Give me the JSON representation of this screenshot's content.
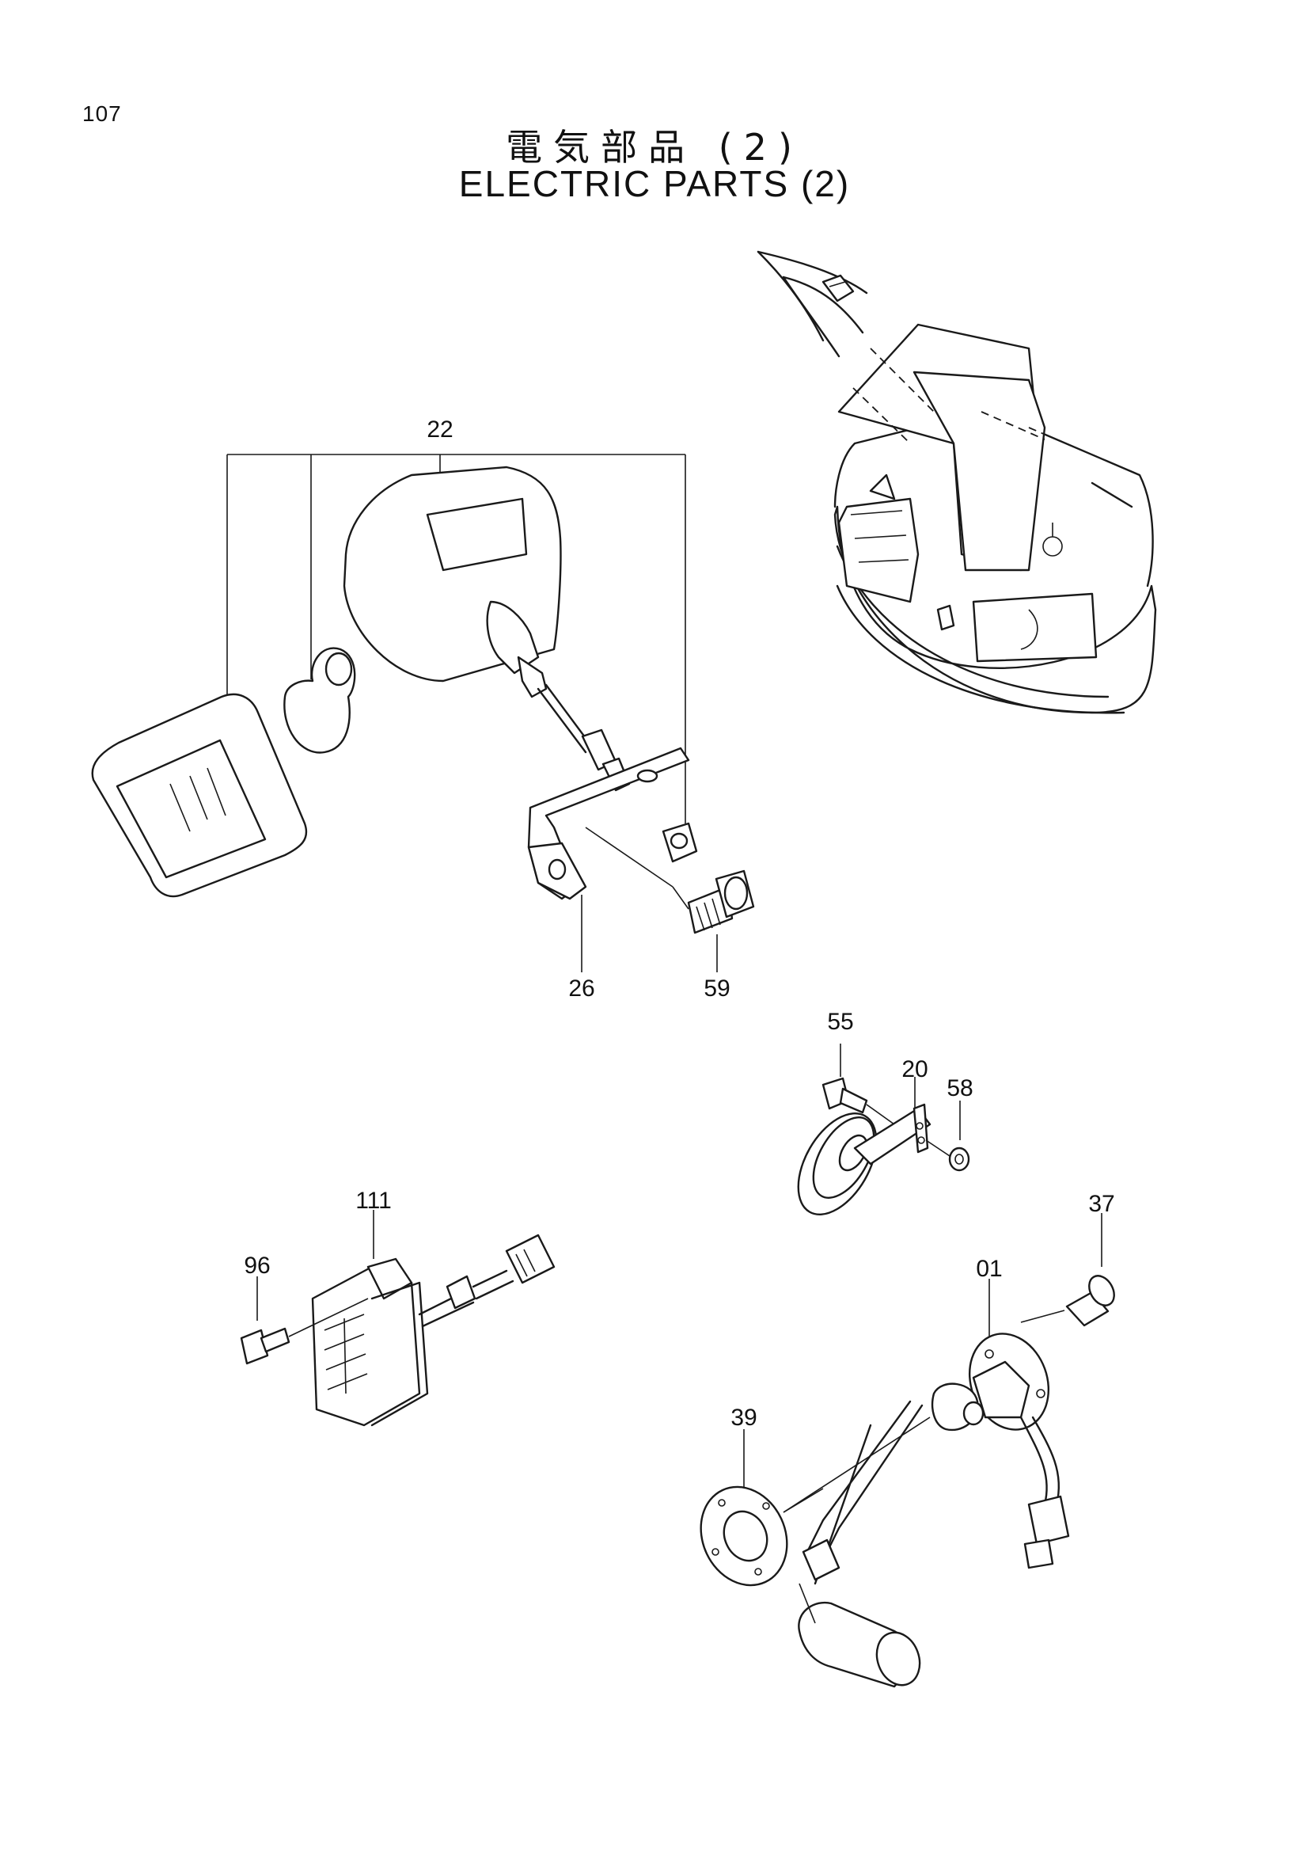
{
  "page_number": "107",
  "title_jp": "電気部品 (2)",
  "title_en": "ELECTRIC PARTS (2)",
  "callouts": [
    {
      "id": "22",
      "label": "22"
    },
    {
      "id": "26",
      "label": "26"
    },
    {
      "id": "59",
      "label": "59"
    },
    {
      "id": "55",
      "label": "55"
    },
    {
      "id": "20",
      "label": "20"
    },
    {
      "id": "58",
      "label": "58"
    },
    {
      "id": "111",
      "label": "111"
    },
    {
      "id": "96",
      "label": "96"
    },
    {
      "id": "37",
      "label": "37"
    },
    {
      "id": "01",
      "label": "01"
    },
    {
      "id": "39",
      "label": "39"
    }
  ]
}
